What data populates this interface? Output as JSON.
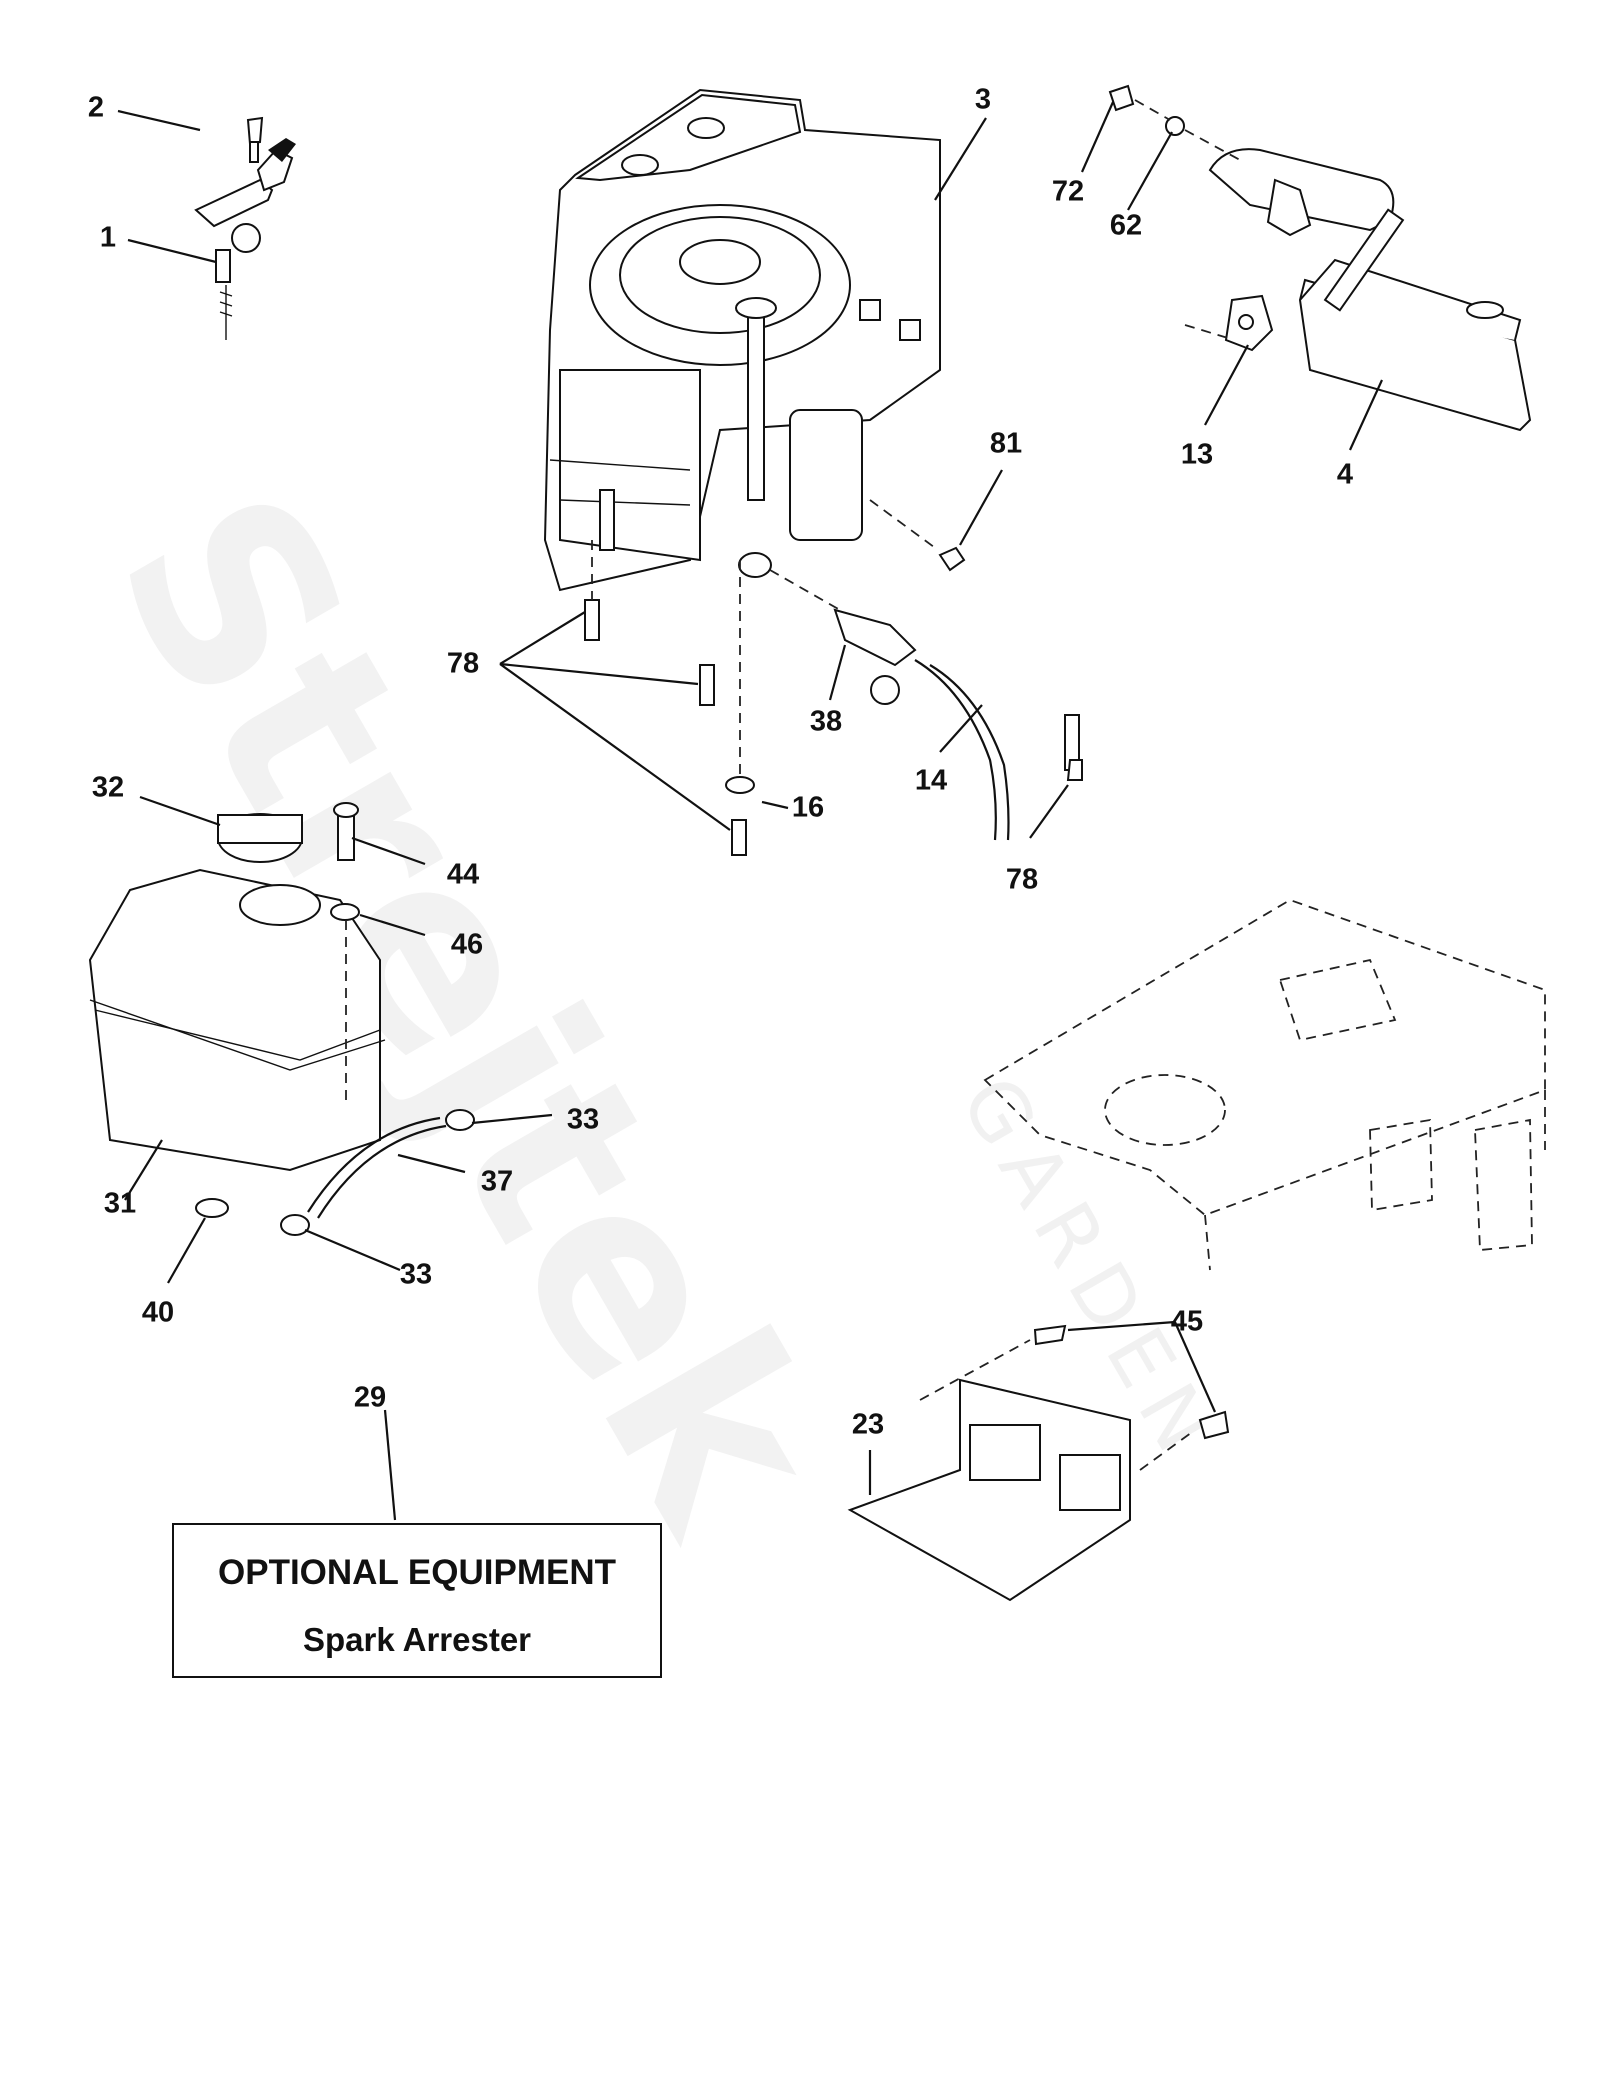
{
  "callouts": [
    {
      "id": "c2",
      "text": "2"
    },
    {
      "id": "c1",
      "text": "1"
    },
    {
      "id": "c3",
      "text": "3"
    },
    {
      "id": "c72",
      "text": "72"
    },
    {
      "id": "c62",
      "text": "62"
    },
    {
      "id": "c13",
      "text": "13"
    },
    {
      "id": "c4",
      "text": "4"
    },
    {
      "id": "c81",
      "text": "81"
    },
    {
      "id": "c78a",
      "text": "78"
    },
    {
      "id": "c38",
      "text": "38"
    },
    {
      "id": "c14",
      "text": "14"
    },
    {
      "id": "c16",
      "text": "16"
    },
    {
      "id": "c78b",
      "text": "78"
    },
    {
      "id": "c32",
      "text": "32"
    },
    {
      "id": "c44",
      "text": "44"
    },
    {
      "id": "c46",
      "text": "46"
    },
    {
      "id": "c33a",
      "text": "33"
    },
    {
      "id": "c37",
      "text": "37"
    },
    {
      "id": "c31",
      "text": "31"
    },
    {
      "id": "c40",
      "text": "40"
    },
    {
      "id": "c33b",
      "text": "33"
    },
    {
      "id": "c29",
      "text": "29"
    },
    {
      "id": "c45",
      "text": "45"
    },
    {
      "id": "c23",
      "text": "23"
    }
  ],
  "optional_box": {
    "line1": "OPTIONAL EQUIPMENT",
    "line2": "Spark Arrester"
  },
  "watermark": {
    "brand": "Strejtek",
    "sub": "GARDEN"
  }
}
